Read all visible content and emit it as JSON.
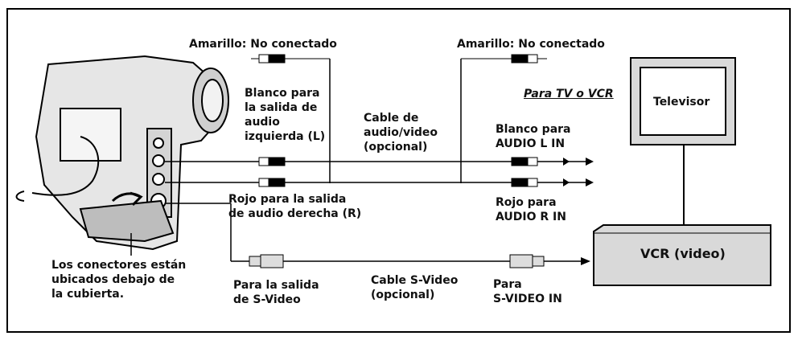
{
  "labels": {
    "yellow_left": "Amarillo: No conectado",
    "yellow_right": "Amarillo: No conectado",
    "white_out": "Blanco para\nla salida de\naudio\nizquierda (L)",
    "av_cable": "Cable de\naudio/video\n(opcional)",
    "for_tv_vcr": "Para TV o VCR",
    "white_in": "Blanco para\nAUDIO L IN",
    "red_out": "Rojo para la salida\nde audio derecha (R)",
    "red_in": "Rojo para\nAUDIO R IN",
    "connectors_note": "Los conectores están\nubicados debajo de\nla cubierta.",
    "svideo_out": "Para la salida\nde S-Video",
    "svideo_cable": "Cable S-Video\n(opcional)",
    "svideo_in": "Para\nS-VIDEO IN",
    "tv": "Televisor",
    "vcr": "VCR (video)"
  },
  "colors": {
    "device_gray": "#d9d9d9",
    "line": "#000000"
  }
}
